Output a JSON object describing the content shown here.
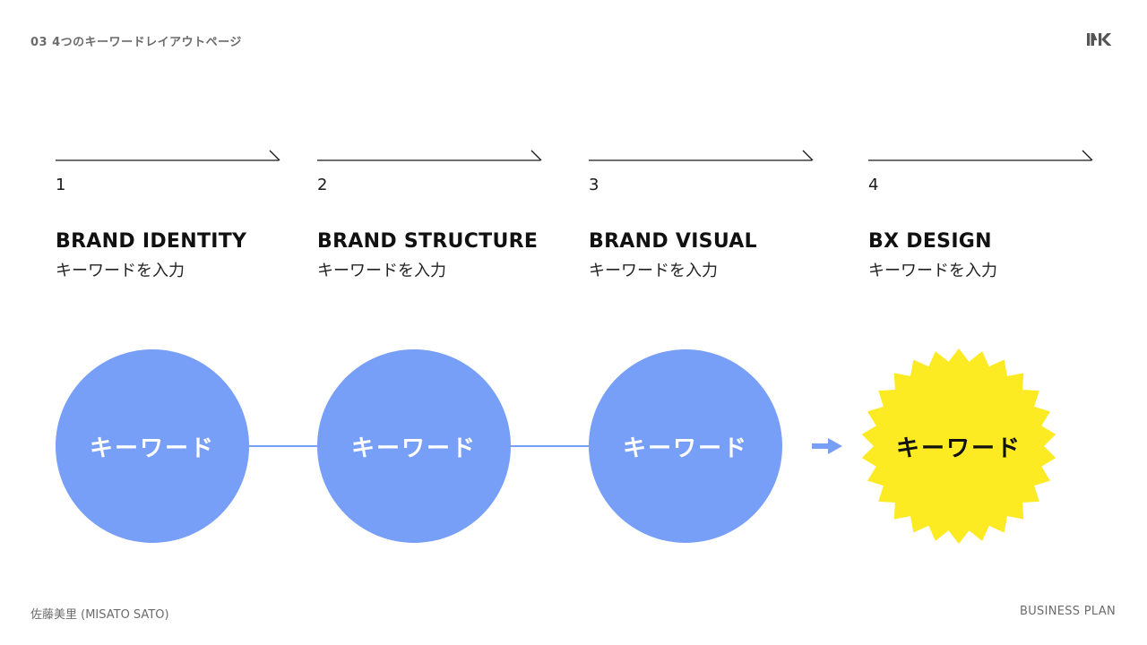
{
  "header": {
    "title": "03  4つのキーワードレイアウトページ",
    "logo": "MK"
  },
  "steps": [
    {
      "number": "1",
      "title": "BRAND IDENTITY",
      "subtitle": "キーワードを入力",
      "keyword": "キーワード"
    },
    {
      "number": "2",
      "title": "BRAND STRUCTURE",
      "subtitle": "キーワードを入力",
      "keyword": "キーワード"
    },
    {
      "number": "3",
      "title": "BRAND VISUAL",
      "subtitle": "キーワードを入力",
      "keyword": "キーワード"
    },
    {
      "number": "4",
      "title": "BX DESIGN",
      "subtitle": "キーワードを入力",
      "keyword": "キーワード"
    }
  ],
  "footer": {
    "author": "佐藤美里 (MISATO SATO)",
    "document": "BUSINESS PLAN"
  },
  "colors": {
    "circle": "#789ff7",
    "starburst": "#fcea23",
    "connector": "#789ff7"
  }
}
